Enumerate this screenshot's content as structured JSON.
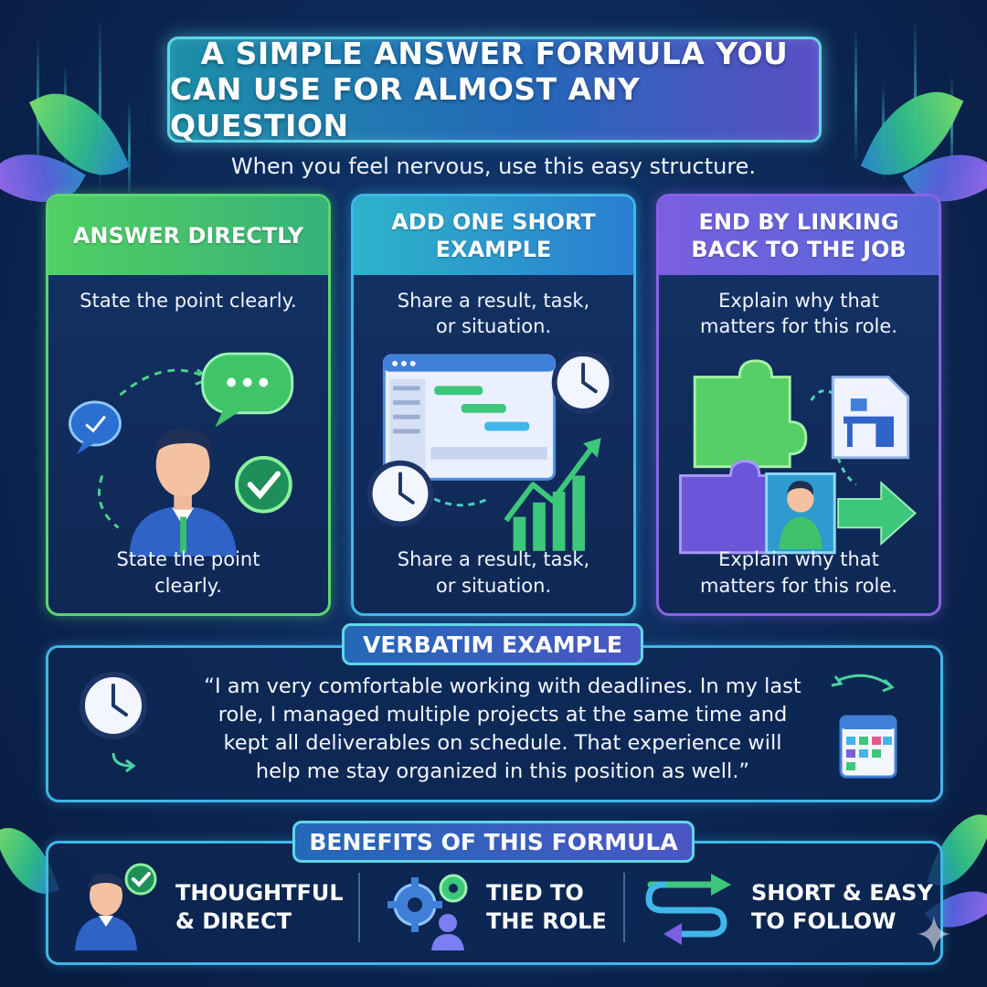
{
  "header": {
    "title_line1": "A SIMPLE ANSWER FORMULA YOU",
    "title_line2": "CAN USE FOR ALMOST ANY QUESTION",
    "subtitle": "When you feel nervous, use this easy structure."
  },
  "cards": [
    {
      "heading": [
        "ANSWER DIRECTLY"
      ],
      "top_text": [
        "State the point clearly."
      ],
      "bottom_text": [
        "State the point",
        "clearly."
      ],
      "accent": "#58d86f"
    },
    {
      "heading": [
        "ADD ONE SHORT",
        "EXAMPLE"
      ],
      "top_text": [
        "Share a result, task,",
        "or situation."
      ],
      "bottom_text": [
        "Share a result, task,",
        "or situation."
      ],
      "accent": "#3fb7e8"
    },
    {
      "heading": [
        "END BY LINKING",
        "BACK TO THE JOB"
      ],
      "top_text": [
        "Explain why that",
        "matters for this role."
      ],
      "bottom_text": [
        "Explain why that",
        "matters for this role."
      ],
      "accent": "#8b62e6"
    }
  ],
  "example": {
    "label": "VERBATIM EXAMPLE",
    "quote_lines": [
      "“I am very comfortable working with deadlines. In my last",
      "role, I managed multiple projects at the same time and",
      "kept all deliverables on schedule. That experience will",
      "help me stay organized in this position as well.”"
    ]
  },
  "benefits": {
    "label": "BENEFITS OF THIS FORMULA",
    "items": [
      {
        "lines": [
          "THOUGHTFUL",
          "& DIRECT"
        ],
        "icon": "person-check-icon"
      },
      {
        "lines": [
          "TIED TO",
          "THE ROLE"
        ],
        "icon": "gears-person-icon"
      },
      {
        "lines": [
          "SHORT & EASY",
          "TO FOLLOW"
        ],
        "icon": "path-arrow-icon"
      }
    ]
  },
  "colors": {
    "background": "#0d2a5a",
    "green": "#58d86f",
    "cyan": "#3fb7e8",
    "purple": "#8b62e6"
  }
}
